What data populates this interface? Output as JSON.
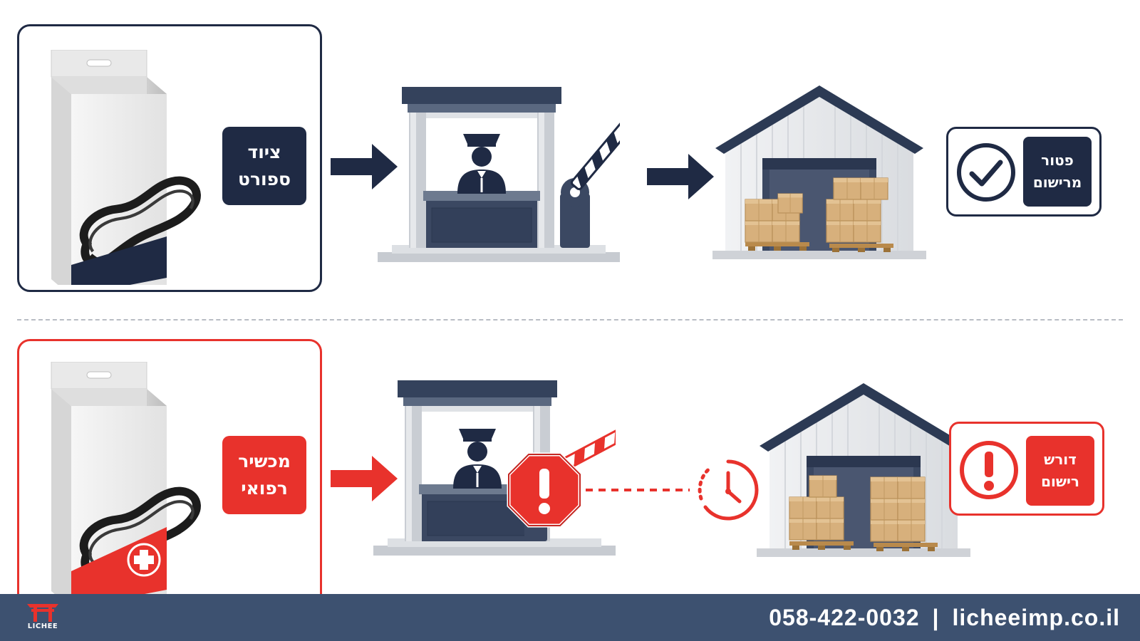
{
  "top_row": {
    "product_label": [
      "ציוד",
      "ספורט"
    ],
    "status_label": [
      "פטור",
      "מרישום"
    ]
  },
  "bottom_row": {
    "product_label": [
      "מכשיר",
      "רפואי"
    ],
    "status_label": [
      "דורש",
      "רישום"
    ]
  },
  "footer": {
    "phone": "058-422-0032",
    "separator": "|",
    "website": "licheeimp.co.il",
    "brand_name": "LICHEE"
  },
  "colors": {
    "navy": "#1f2a44",
    "red": "#e8322c",
    "footer": "#3d5170",
    "box_tan": "#d7b07c"
  },
  "icons": {
    "top_status": "check-circle-icon",
    "bottom_status": "exclamation-circle-icon",
    "delay": "clock-icon",
    "stop": "stop-sign-icon",
    "medical": "medical-cross-icon"
  }
}
